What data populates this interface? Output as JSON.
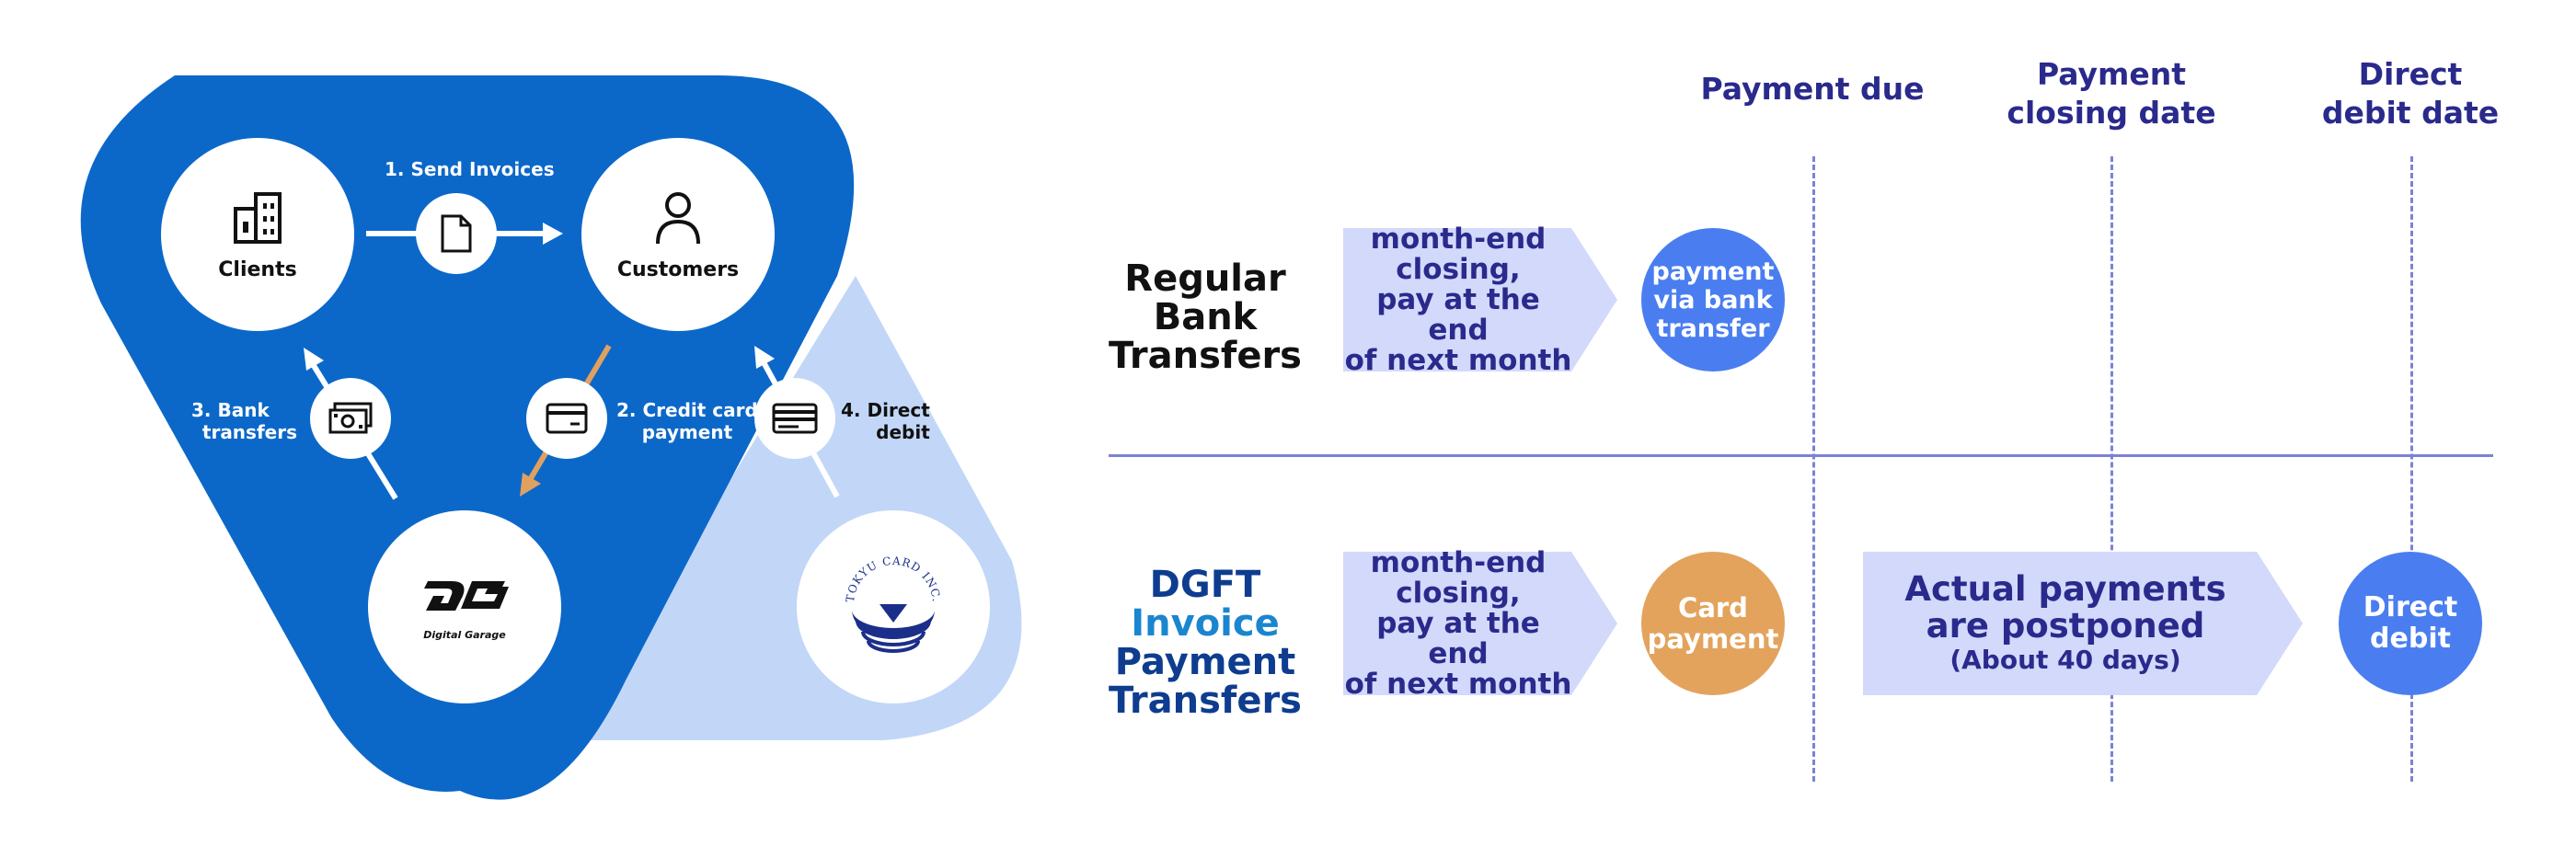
{
  "diagram": {
    "nodes": {
      "clients": "Clients",
      "customers": "Customers",
      "digital_garage": "Digital Garage",
      "tokyu_card": "TOKYU CARD INC."
    },
    "steps": {
      "send_invoices": "1. Send Invoices",
      "credit_card_payment_1": "2. Credit card",
      "credit_card_payment_2": "payment",
      "bank_transfers_1": "3. Bank",
      "bank_transfers_2": "transfers",
      "direct_debit_1": "4. Direct",
      "direct_debit_2": "debit"
    },
    "colors": {
      "main_blue": "#0b68c9",
      "light_blue": "#c2d7f7",
      "orange_arrow": "#e0a060"
    }
  },
  "timeline": {
    "headers": {
      "payment_due": "Payment due",
      "payment_closing_1": "Payment",
      "payment_closing_2": "closing date",
      "direct_debit_1": "Direct",
      "direct_debit_2": "debit date"
    },
    "rows": [
      {
        "title_line1": "Regular Bank",
        "title_line2": "Transfers",
        "chevron_lines": [
          "month-end",
          "closing,",
          "pay at the end",
          "of next month"
        ],
        "circle_lines": [
          "payment",
          "via bank",
          "transfer"
        ]
      },
      {
        "title_dgft": "DGFT",
        "title_invoice": "Invoice",
        "title_line2": "Payment",
        "title_line3": "Transfers",
        "chevron_lines": [
          "month-end",
          "closing,",
          "pay at the end",
          "of next month"
        ],
        "circle_lines": [
          "Card",
          "payment"
        ],
        "postpone_line1": "Actual payments",
        "postpone_line2": "are postponed",
        "postpone_line3": "(About 40 days)",
        "debit_lines": [
          "Direct",
          "debit"
        ]
      }
    ],
    "colors": {
      "header_text": "#2a2a8c",
      "chevron_fill": "#d3d9fb",
      "blue_circle": "#4a7ef0",
      "orange_circle": "#e3a35c",
      "divider": "#7b82d6",
      "dgft_navy": "#0e3d8f",
      "invoice_blue": "#1a86cf"
    }
  }
}
